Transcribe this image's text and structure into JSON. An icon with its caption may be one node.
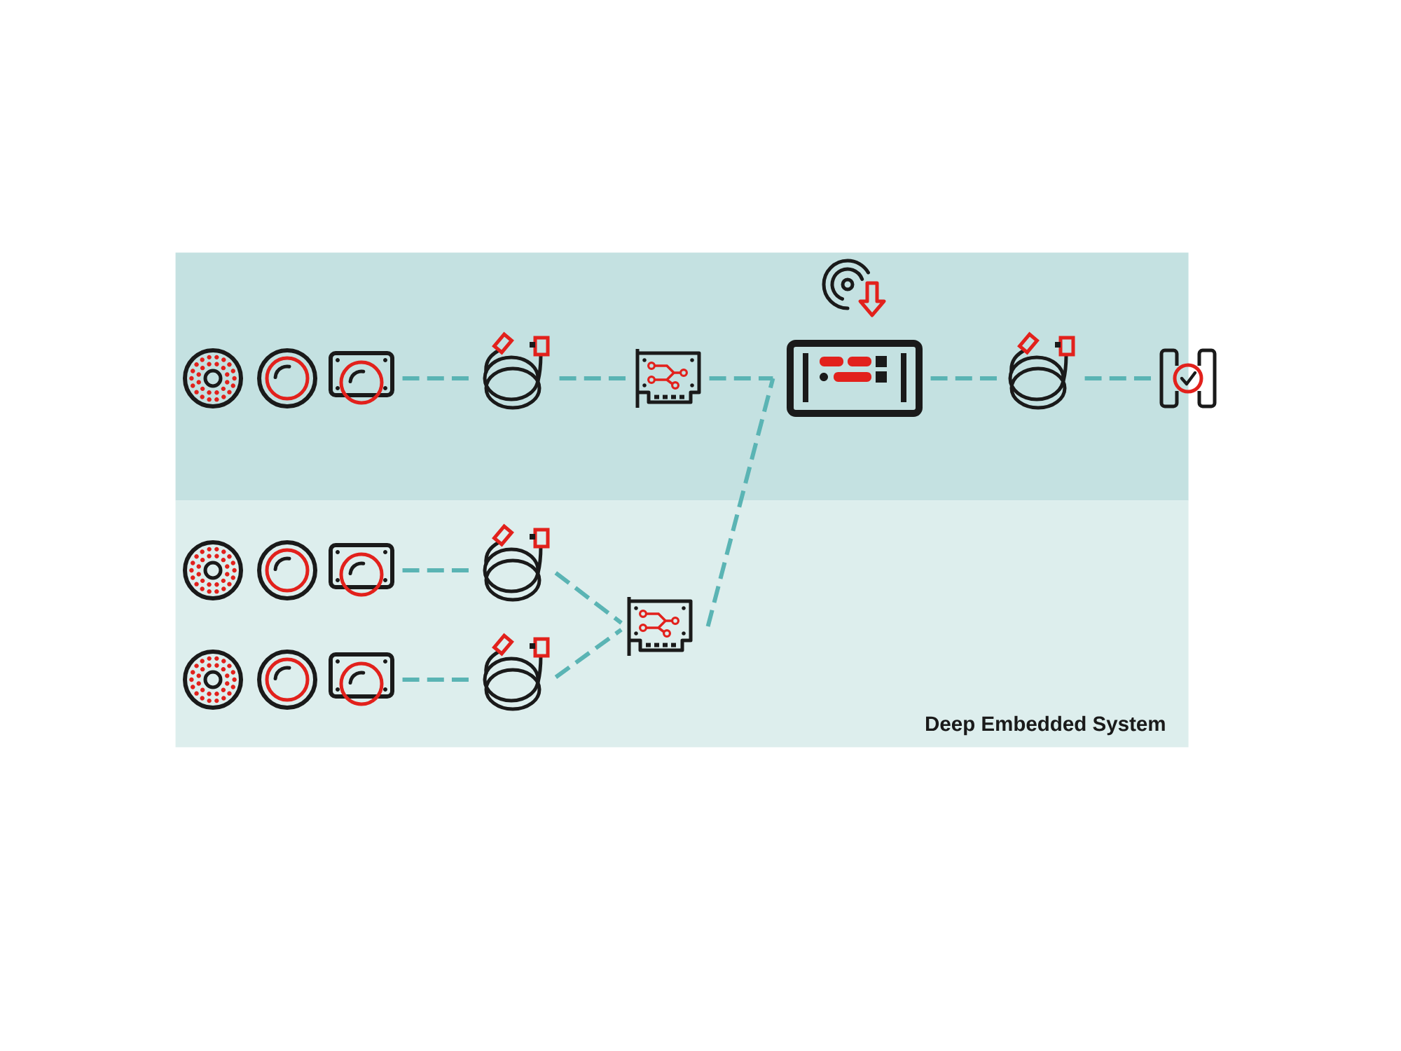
{
  "diagram": {
    "nodes": [
      {
        "text": [],
        "shape": "box"
      },
      {
        "text": [],
        "shape": "picture",
        "in": 0
      },
      {
        "text": [],
        "shape": "picture",
        "in": 0
      },
      {
        "text": [],
        "shape": "picture",
        "in": 0
      },
      {
        "text": [],
        "shape": "picture",
        "in": 0
      },
      {
        "text": [],
        "shape": "picture",
        "in": 0
      },
      {
        "text": [],
        "shape": "picture",
        "in": 0
      },
      {
        "text": [],
        "shape": "picture",
        "in": 0
      },
      {
        "text": [],
        "shape": "picture",
        "in": 0
      },
      {
        "text": [],
        "shape": "picture"
      },
      {
        "text": [
          "Deep Embedded System"
        ]
      },
      {
        "text": [],
        "shape": "picture",
        "in": 10
      },
      {
        "text": [],
        "shape": "picture",
        "in": 10
      },
      {
        "text": [],
        "shape": "picture",
        "in": 10
      },
      {
        "text": [],
        "shape": "picture",
        "in": 10
      },
      {
        "text": [],
        "shape": "picture",
        "in": 10
      },
      {
        "text": [],
        "shape": "picture",
        "in": 10
      },
      {
        "text": [],
        "shape": "picture",
        "in": 10
      },
      {
        "text": [],
        "shape": "picture",
        "in": 10
      },
      {
        "text": [],
        "shape": "picture",
        "in": 10
      }
    ],
    "edges": [
      {
        "from": 3,
        "to": 4,
        "arrow": "none",
        "style": "dashed"
      },
      {
        "from": 4,
        "to": 5,
        "arrow": "none",
        "style": "dashed"
      },
      {
        "from": 5,
        "to": 7,
        "arrow": "none",
        "style": "dashed"
      },
      {
        "from": 7,
        "to": 8,
        "arrow": "none",
        "style": "dashed"
      },
      {
        "from": 8,
        "to": 9,
        "arrow": "none",
        "style": "dashed"
      },
      {
        "from": 13,
        "to": 14,
        "arrow": "none",
        "style": "dashed"
      },
      {
        "from": 14,
        "to": 19,
        "arrow": "none",
        "style": "dashed"
      },
      {
        "from": 17,
        "to": 18,
        "arrow": "none",
        "style": "dashed"
      },
      {
        "from": 18,
        "to": 19,
        "arrow": "none",
        "style": "dashed"
      },
      {
        "from": 19,
        "to": 7,
        "arrow": "none",
        "style": "dashed"
      }
    ]
  }
}
